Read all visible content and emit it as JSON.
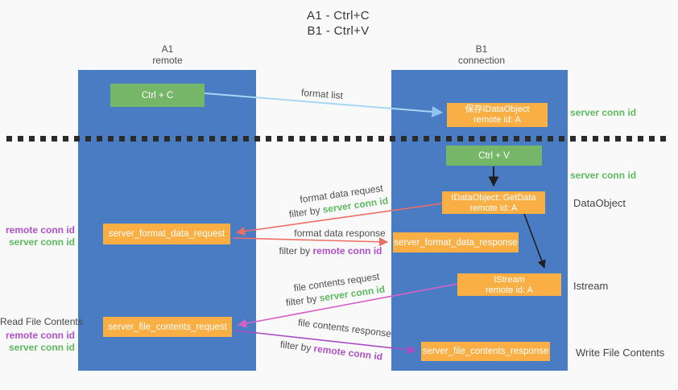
{
  "title": {
    "line1": "A1 - Ctrl+C",
    "line2": "B1 - Ctrl+V"
  },
  "headers": {
    "left": {
      "name": "A1",
      "subtitle": "remote"
    },
    "right": {
      "name": "B1",
      "subtitle": "connection"
    }
  },
  "boxes": {
    "ctrl_c": "Ctrl + C",
    "ctrl_v": "Ctrl + V",
    "save_dataobject": {
      "title": "保存IDataObject",
      "subtitle": "remote id: A"
    },
    "getdata": {
      "title": "IDataObject::GetData",
      "subtitle": "remote id: A"
    },
    "istream": {
      "title": "IStream",
      "subtitle": "remote id: A"
    },
    "server_format_data_request": "server_format_data_request",
    "server_format_data_response": "server_format_data_response",
    "server_file_contents_request": "server_file_contents_request",
    "server_file_contents_response": "server_file_contents_response"
  },
  "side_labels": {
    "server_conn_id_top": "server conn id",
    "server_conn_id_mid": "server conn id",
    "dataobject": "DataObject",
    "istream": "Istream",
    "write_file_contents": "Write File Contents",
    "read_file_contents": "Read File Contents",
    "left1_remote_conn_id": "remote conn id",
    "left1_server_conn_id": "server conn id",
    "left2_remote_conn_id": "remote conn id",
    "left2_server_conn_id": "server conn id"
  },
  "arrow_labels": {
    "format_list": "format list",
    "format_data_request": "format data request",
    "format_data_response": "format data response",
    "file_contents_request": "file contents request",
    "file_contents_response": "file contents response",
    "filter_by": "filter by",
    "server_conn_id": "server conn id",
    "remote_conn_id": "remote conn id"
  },
  "colors": {
    "lane_blue": "#4a7cc4",
    "green_box": "#76b668",
    "orange_box": "#faaf44",
    "green_text": "#5eba60",
    "purple_text": "#b050c6",
    "arrow_red": "#ec6e64",
    "arrow_pink": "#d661c5",
    "arrow_purple": "#aa4dc4",
    "arrow_blue": "#a8d7f3",
    "arrow_black": "#1f1f1f"
  }
}
